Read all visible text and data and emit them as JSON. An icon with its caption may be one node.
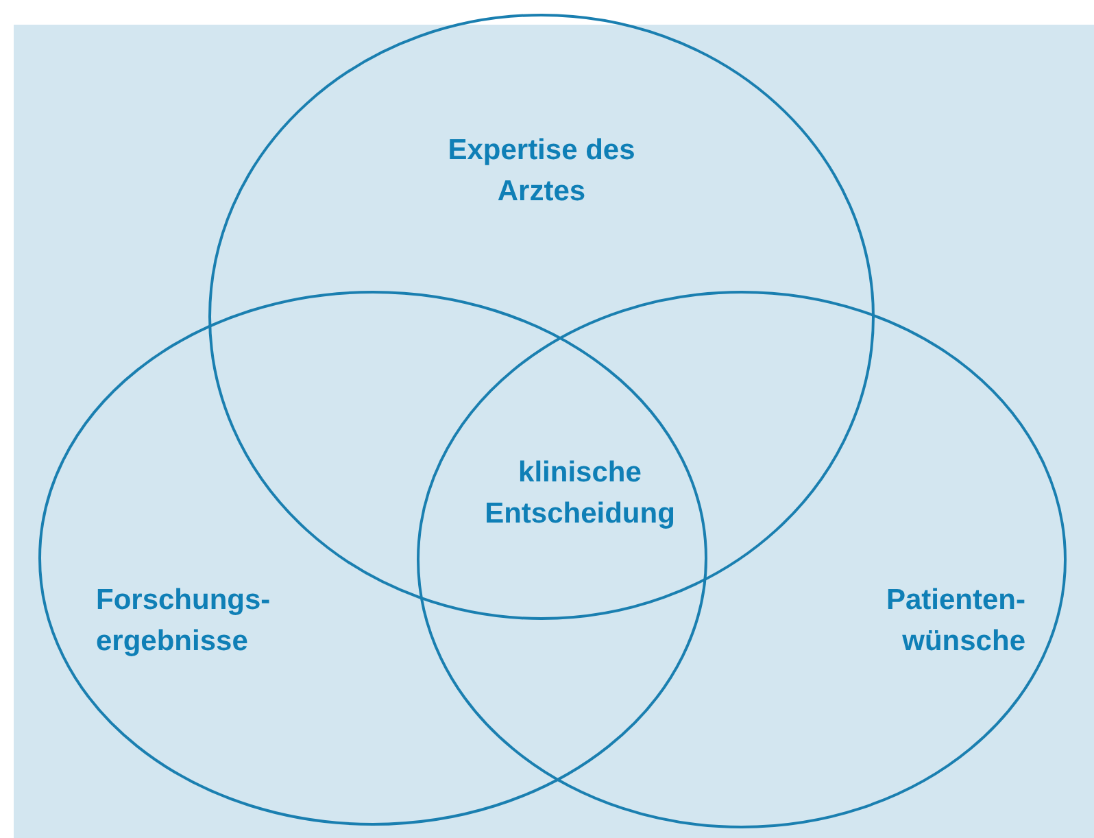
{
  "diagram": {
    "nodes": [
      {
        "text": [
          "Expertise des Arztes"
        ]
      },
      {
        "text": [
          "Forschungs- ergebnisse"
        ]
      },
      {
        "text": [
          "Patienten- wünsche"
        ]
      }
    ],
    "labels": [
      "klinische Entscheidung"
    ]
  }
}
